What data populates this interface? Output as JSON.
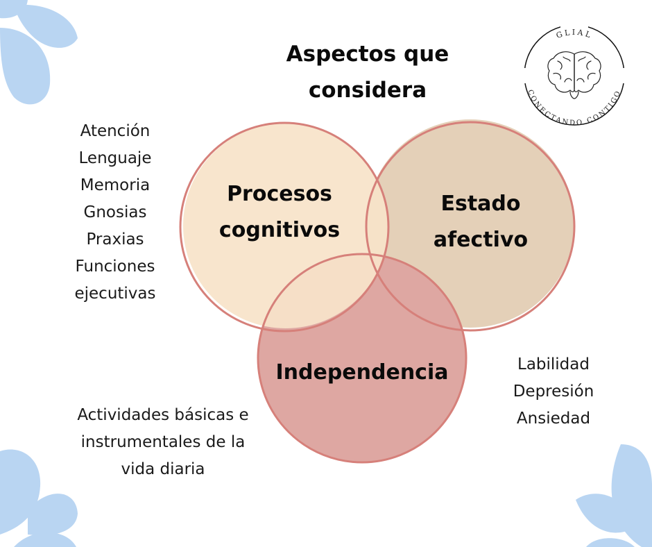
{
  "title": {
    "line1": "Aspectos que",
    "line2": "considera"
  },
  "logo": {
    "top_text": "GLIAL",
    "bottom_text": "CONECTANDO CONTIGO",
    "icon": "brain-icon"
  },
  "circles": [
    {
      "id": "procesos",
      "line1": "Procesos",
      "line2": "cognitivos",
      "fill": "#f7e3c9"
    },
    {
      "id": "estado",
      "line1": "Estado",
      "line2": "afectivo",
      "fill": "#e4d0b8"
    },
    {
      "id": "independencia",
      "line1": "Independencia",
      "fill": "#dea7a2"
    }
  ],
  "colors": {
    "ring": "#d6807a",
    "accent_blue": "#b9d5f2"
  },
  "lists": {
    "cognitivos": [
      "Atención",
      "Lenguaje",
      "Memoria",
      "Gnosias",
      "Praxias",
      "Funciones",
      "ejecutivas"
    ],
    "afectivo": [
      "Labilidad",
      "Depresión",
      "Ansiedad"
    ],
    "independencia": [
      "Actividades básicas e",
      "instrumentales de la",
      "vida diaria"
    ]
  }
}
